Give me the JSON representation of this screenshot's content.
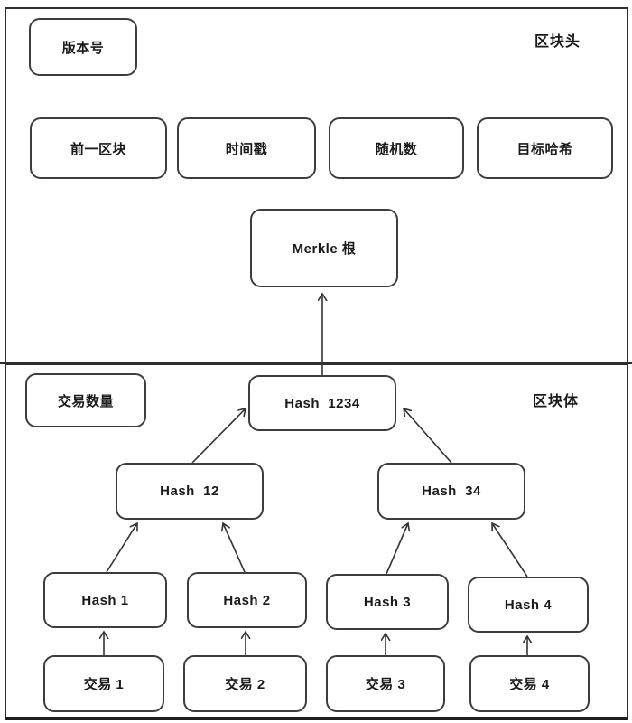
{
  "diagram": {
    "header": {
      "section_label": "区块头",
      "version": "版本号",
      "prev_block": "前一区块",
      "timestamp": "时间戳",
      "nonce": "随机数",
      "target_hash": "目标哈希",
      "merkle_root": "Merkle 根"
    },
    "body": {
      "section_label": "区块体",
      "tx_count": "交易数量",
      "tree": {
        "root": "Hash  1234",
        "level2": [
          "Hash  12",
          "Hash  34"
        ],
        "leaves": [
          "Hash 1",
          "Hash 2",
          "Hash 3",
          "Hash 4"
        ],
        "transactions": [
          "交易 1",
          "交易 2",
          "交易 3",
          "交易 4"
        ]
      }
    },
    "colors": {
      "box_border": "#3d3d3d",
      "outer_border": "#2e2e2e",
      "arrow": "#333333",
      "text": "#1a1a1a",
      "background": "#ffffff"
    }
  }
}
